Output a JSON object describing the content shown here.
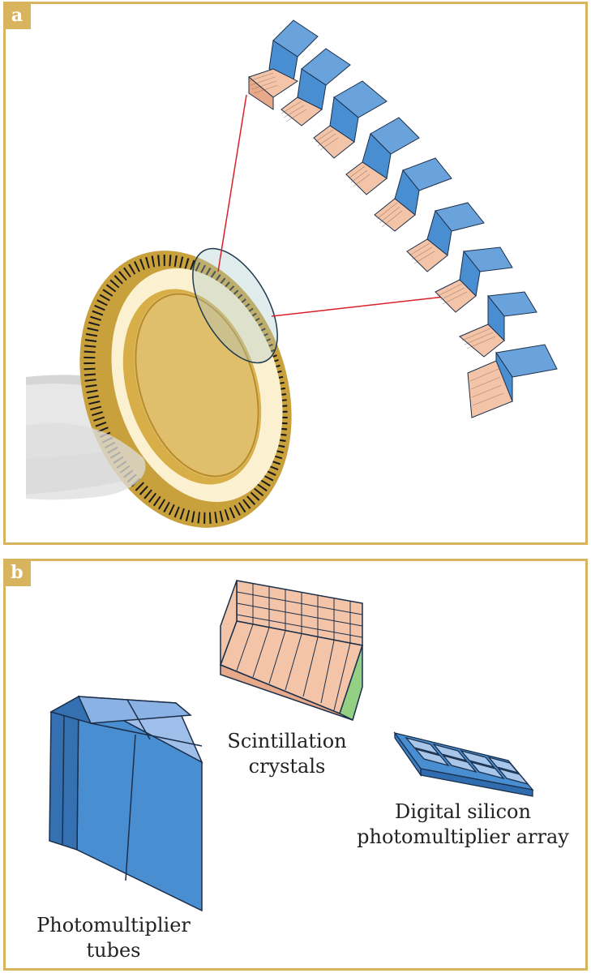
{
  "panel_a": {
    "tag": "a"
  },
  "panel_b": {
    "tag": "b",
    "labels": {
      "scint_line1": "Scintillation",
      "scint_line2": "crystals",
      "dsipm_line1": "Digital silicon",
      "dsipm_line2": "photomultiplier array",
      "pmt_line1": "Photomultiplier",
      "pmt_line2": "tubes"
    }
  },
  "colors": {
    "frame": "#d9b45e",
    "detector_blue": "#4a8ed2",
    "crystal_pink": "#f3c4a8",
    "crystal_green": "#93d084",
    "ring_gold": "#c8a03c",
    "ring_cream": "#fbf0cf",
    "leader_red": "#d9202a"
  }
}
